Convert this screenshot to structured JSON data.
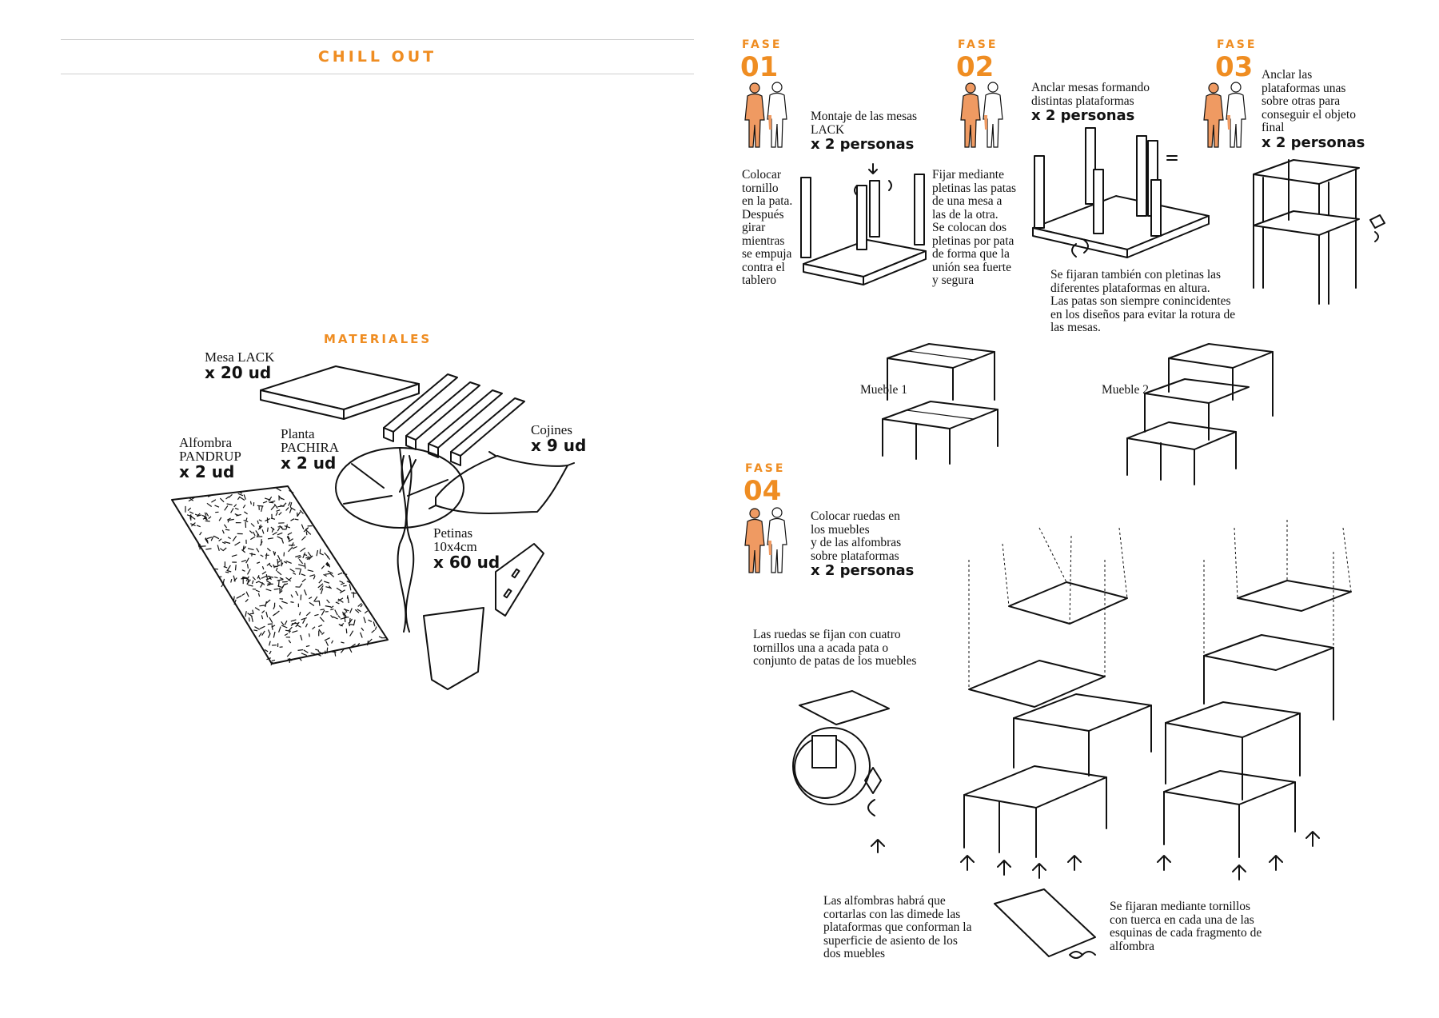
{
  "header": {
    "title": "CHILL OUT"
  },
  "materiales": {
    "title": "MATERIALES",
    "mesa": {
      "label": "Mesa LACK",
      "qty": "x 20 ud"
    },
    "alfombra": {
      "label1": "Alfombra",
      "label2": "PANDRUP",
      "qty": "x 2 ud"
    },
    "planta": {
      "label1": "Planta",
      "label2": "PACHIRA",
      "qty": "x 2 ud"
    },
    "cojines": {
      "label": "Cojines",
      "qty": "x 9 ud"
    },
    "petinas": {
      "label1": "Petinas",
      "label2": "10x4cm",
      "qty": "x 60 ud"
    }
  },
  "fases": {
    "word": "FASE",
    "f1": {
      "num": "01",
      "text1": "Montaje de las mesas",
      "text2": "LACK",
      "people": "x 2 personas"
    },
    "f2": {
      "num": "02",
      "text1": "Anclar mesas formando",
      "text2": "distintas plataformas",
      "people": "x 2 personas"
    },
    "f3": {
      "num": "03",
      "text1": "Anclar las",
      "text2": "plataformas unas",
      "text3": "sobre otras para",
      "text4": "conseguir  el objeto",
      "text5": "final",
      "people": "x 2 personas"
    },
    "f4": {
      "num": "04",
      "text1": "Colocar ruedas en",
      "text2": "los muebles",
      "text3": "y de las alfombras",
      "text4": " sobre plataformas",
      "people": "x 2 personas"
    }
  },
  "notes": {
    "colocar": [
      "Colocar",
      "tornillo",
      "en la pata.",
      "Después",
      "girar",
      "mientras",
      "se empuja",
      "contra el",
      "tablero"
    ],
    "fijar": [
      "Fijar mediante",
      "pletinas las patas",
      "de una mesa a",
      "las de la otra.",
      "Se colocan dos",
      "pletinas por pata",
      "de forma que la",
      "unión sea fuerte",
      "y segura"
    ],
    "altura": [
      "Se fijaran también con pletinas las",
      "diferentes plataformas en altura.",
      "Las patas son siempre conincidentes",
      "en los diseños para evitar la rotura de",
      "las mesas."
    ],
    "mueble1": "Mueble 1",
    "mueble2": "Mueble 2",
    "ruedas": [
      "Las ruedas se fijan con cuatro",
      "tornillos una a acada pata o",
      "conjunto de patas de los muebles"
    ],
    "alfombras": [
      "Las alfombras habrá que",
      "cortarlas con  las dimede las",
      "plataformas que conforman la",
      "superficie de asiento de los",
      "dos muebles"
    ],
    "tornillos": [
      "Se fijaran mediante tornillos",
      "con tuerca en cada una de las",
      "esquinas de cada fragmento de",
      "alfombra"
    ]
  },
  "colors": {
    "accent": "#ef8d22",
    "figure": "#ef9a62"
  }
}
